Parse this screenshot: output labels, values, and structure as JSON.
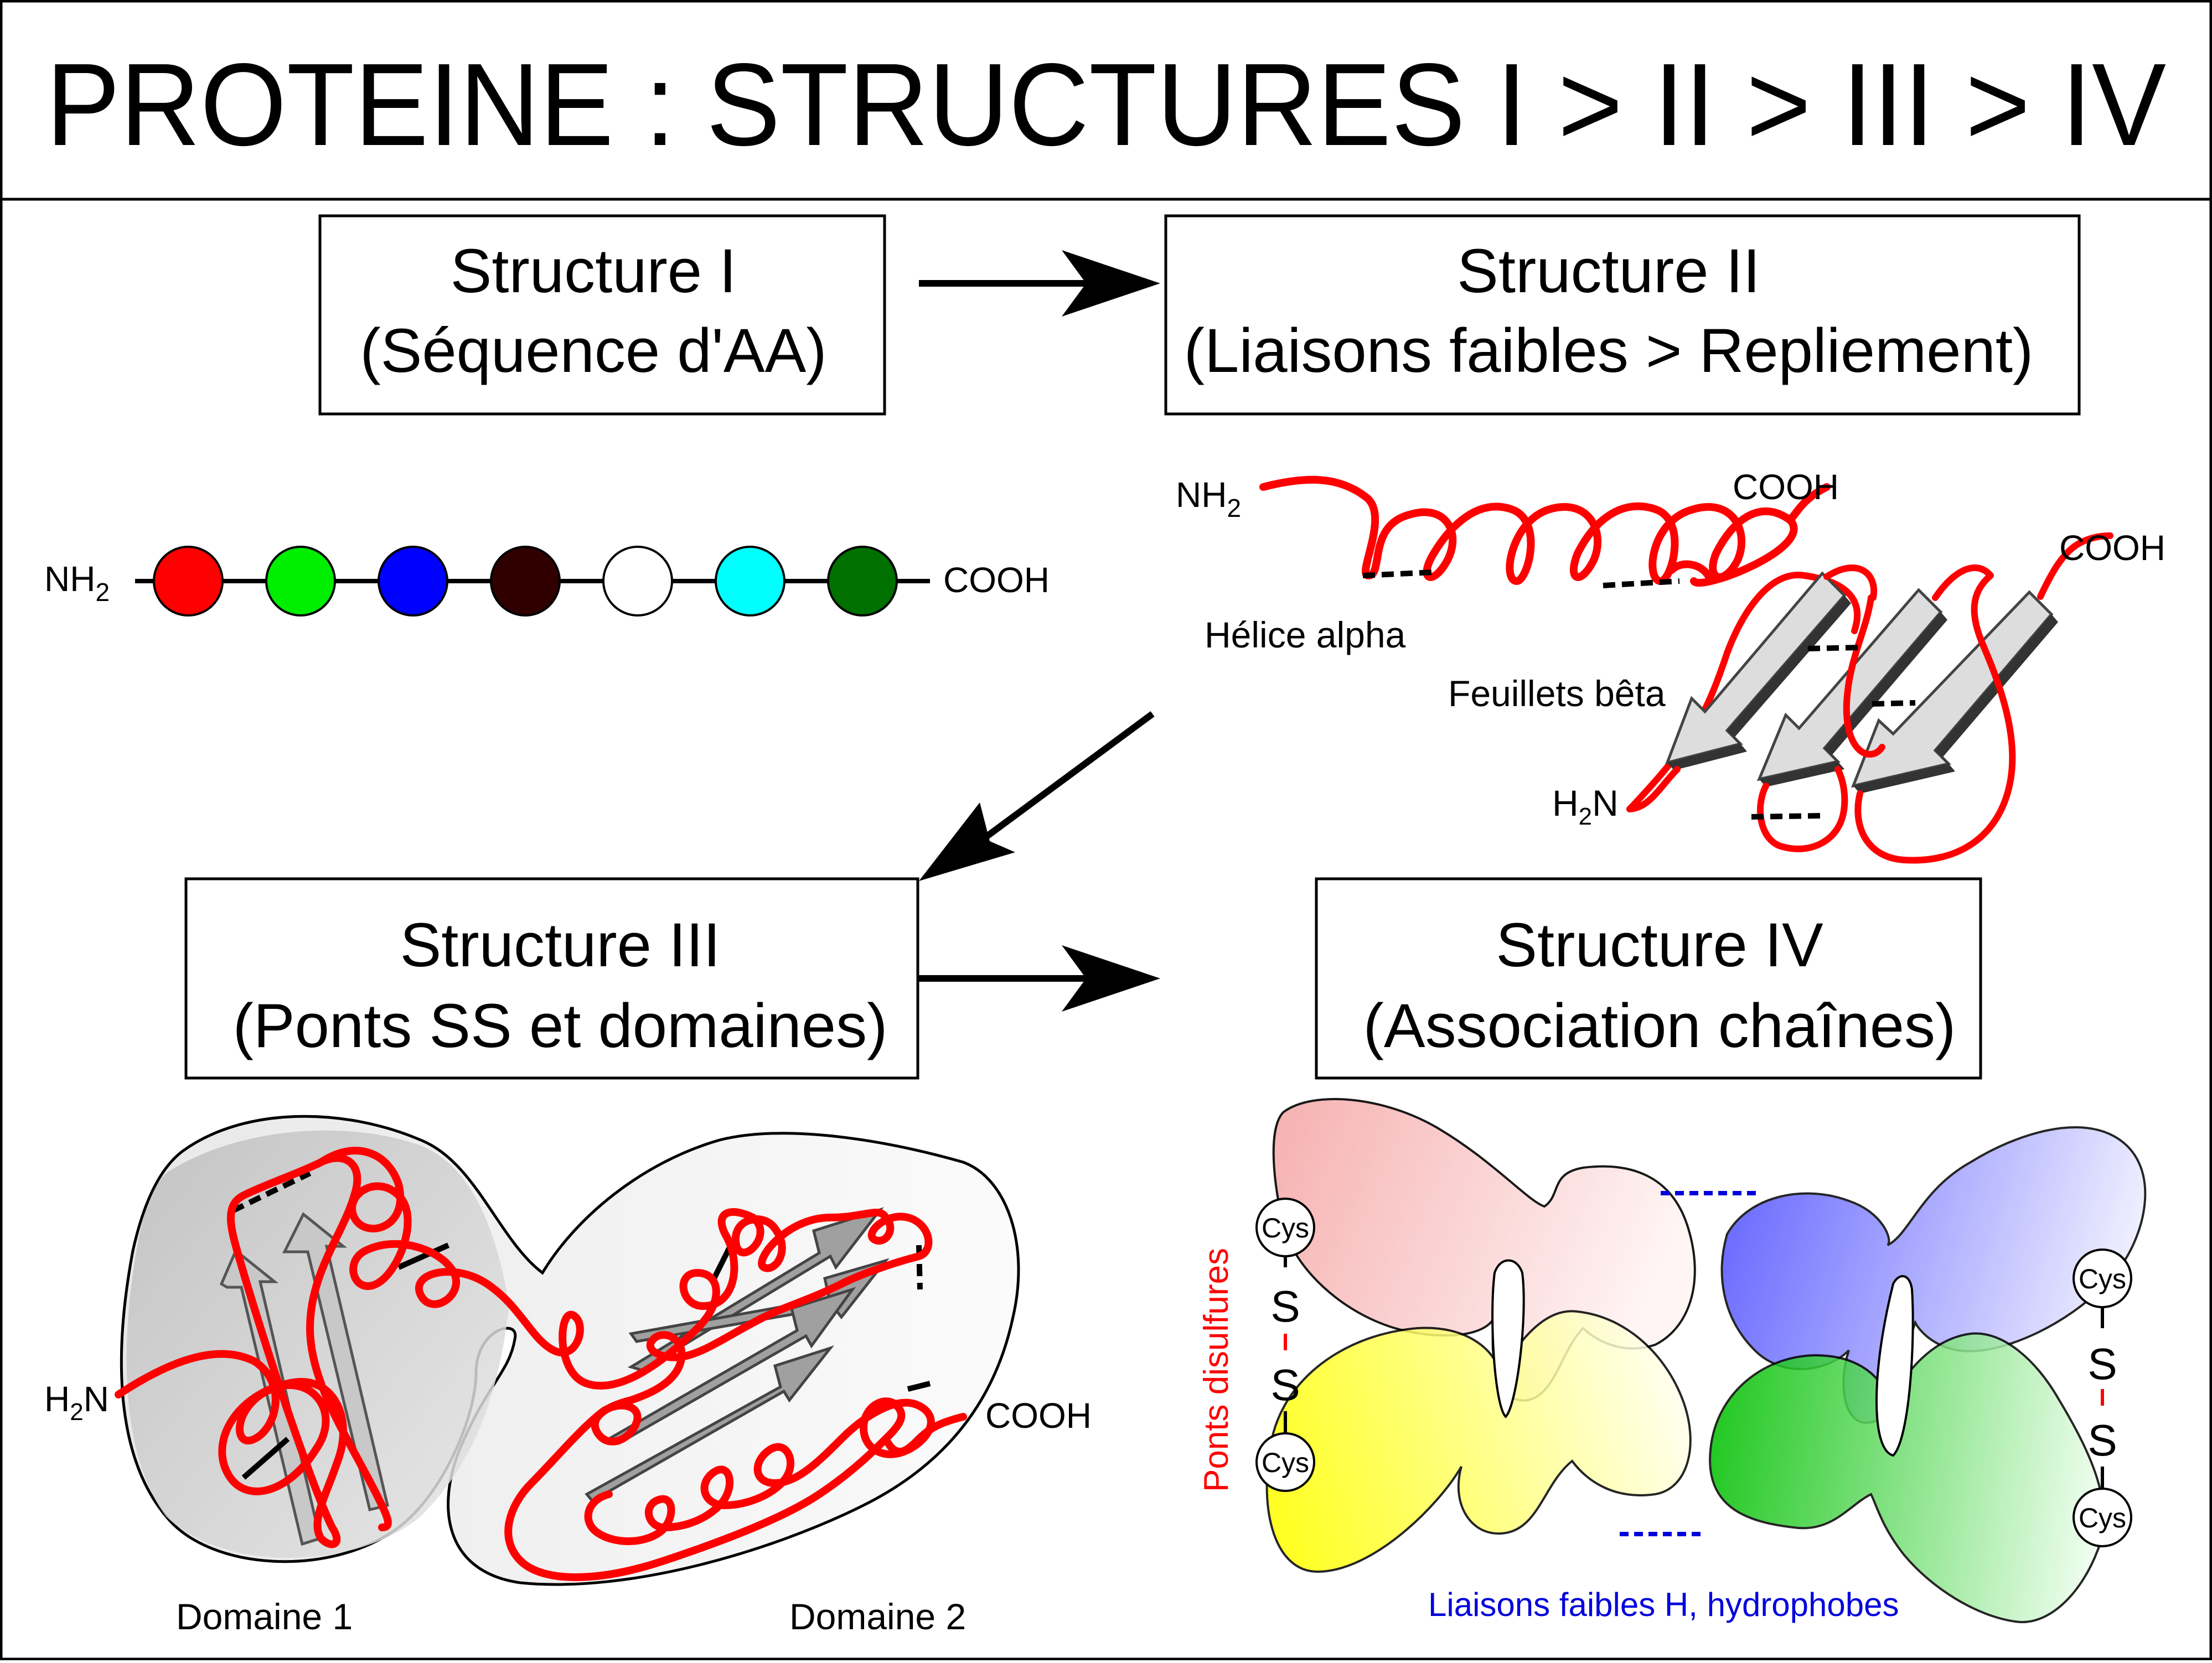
{
  "title": "PROTEINE : STRUCTURES I > II > III > IV",
  "boxes": {
    "s1": {
      "line1": "Structure I",
      "line2": "(Séquence d'AA)"
    },
    "s2": {
      "line1": "Structure II",
      "line2": "(Liaisons faibles > Repliement)"
    },
    "s3": {
      "line1": "Structure III",
      "line2": "(Ponts SS et domaines)"
    },
    "s4": {
      "line1": "Structure IV",
      "line2": "(Association chaînes)"
    }
  },
  "structure1": {
    "nh2": "NH",
    "sub": "2",
    "cooh": "COOH",
    "aa_colors": [
      "#ff0000",
      "#00ee00",
      "#0000ff",
      "#300000",
      "#ffffff",
      "#00ffff",
      "#007000"
    ]
  },
  "structure2": {
    "helix_nh2": "NH",
    "helix_sub": "2",
    "helix_cooh": "COOH",
    "helix_label": "Hélice alpha",
    "sheet_label": "Feuillets bêta",
    "sheet_h2n": "H",
    "sheet_sub": "2",
    "sheet_n": "N",
    "sheet_cooh": "COOH"
  },
  "structure3": {
    "h2n": "H",
    "sub": "2",
    "n": "N",
    "cooh": "COOH",
    "domain1": "Domaine 1",
    "domain2": "Domaine 2"
  },
  "structure4": {
    "cys": "Cys",
    "s": "S",
    "disulfide_label": "Ponts disulfures",
    "weak_label": "Liaisons faibles H, hydrophobes",
    "colors": {
      "red": "#ff0000",
      "blue": "#0000dd",
      "chain_pink": "#f4b0b0",
      "chain_yellow": "#ffff00",
      "chain_blue": "#6060ff",
      "chain_green": "#00c000"
    }
  }
}
